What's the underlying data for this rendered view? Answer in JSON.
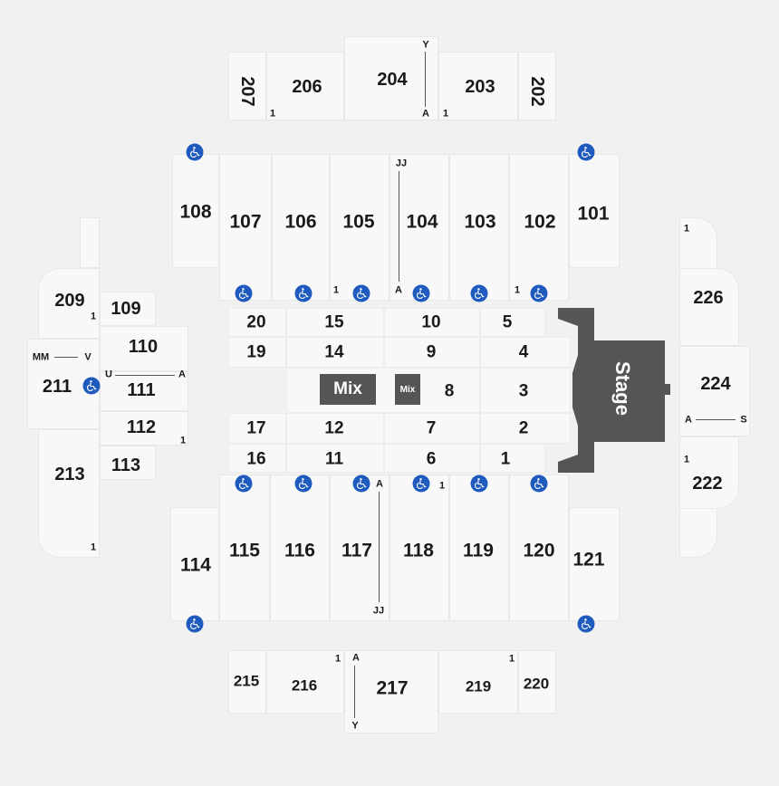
{
  "upper_top": [
    "207",
    "206",
    "204",
    "203",
    "202"
  ],
  "upper_bottom": [
    "215",
    "216",
    "217",
    "219",
    "220"
  ],
  "upper_left": [
    "209",
    "211",
    "213"
  ],
  "upper_right": [
    "226",
    "224",
    "222"
  ],
  "lower_top": [
    "108",
    "107",
    "106",
    "105",
    "104",
    "103",
    "102",
    "101"
  ],
  "lower_bottom": [
    "114",
    "115",
    "116",
    "117",
    "118",
    "119",
    "120",
    "121"
  ],
  "lower_left": [
    "109",
    "110",
    "111",
    "112",
    "113"
  ],
  "floor": [
    "20",
    "15",
    "10",
    "5",
    "19",
    "14",
    "9",
    "4",
    "8",
    "3",
    "17",
    "12",
    "7",
    "2",
    "16",
    "11",
    "6",
    "1"
  ],
  "mix": [
    "Mix",
    "Mix"
  ],
  "stage": "Stage",
  "row_labels": {
    "y_top": "Y",
    "a_top": "A",
    "one": "1",
    "jj_top": "JJ",
    "a_104": "A",
    "a_117": "A",
    "jj_bottom": "JJ",
    "a_217": "A",
    "y_bottom": "Y",
    "mm": "MM",
    "v": "V",
    "u": "U",
    "a_111": "A",
    "a_224": "A",
    "s_224": "S"
  },
  "colors": {
    "accessible": "#1f5bbf",
    "stage": "#555555",
    "section": "#f8f8f8"
  }
}
